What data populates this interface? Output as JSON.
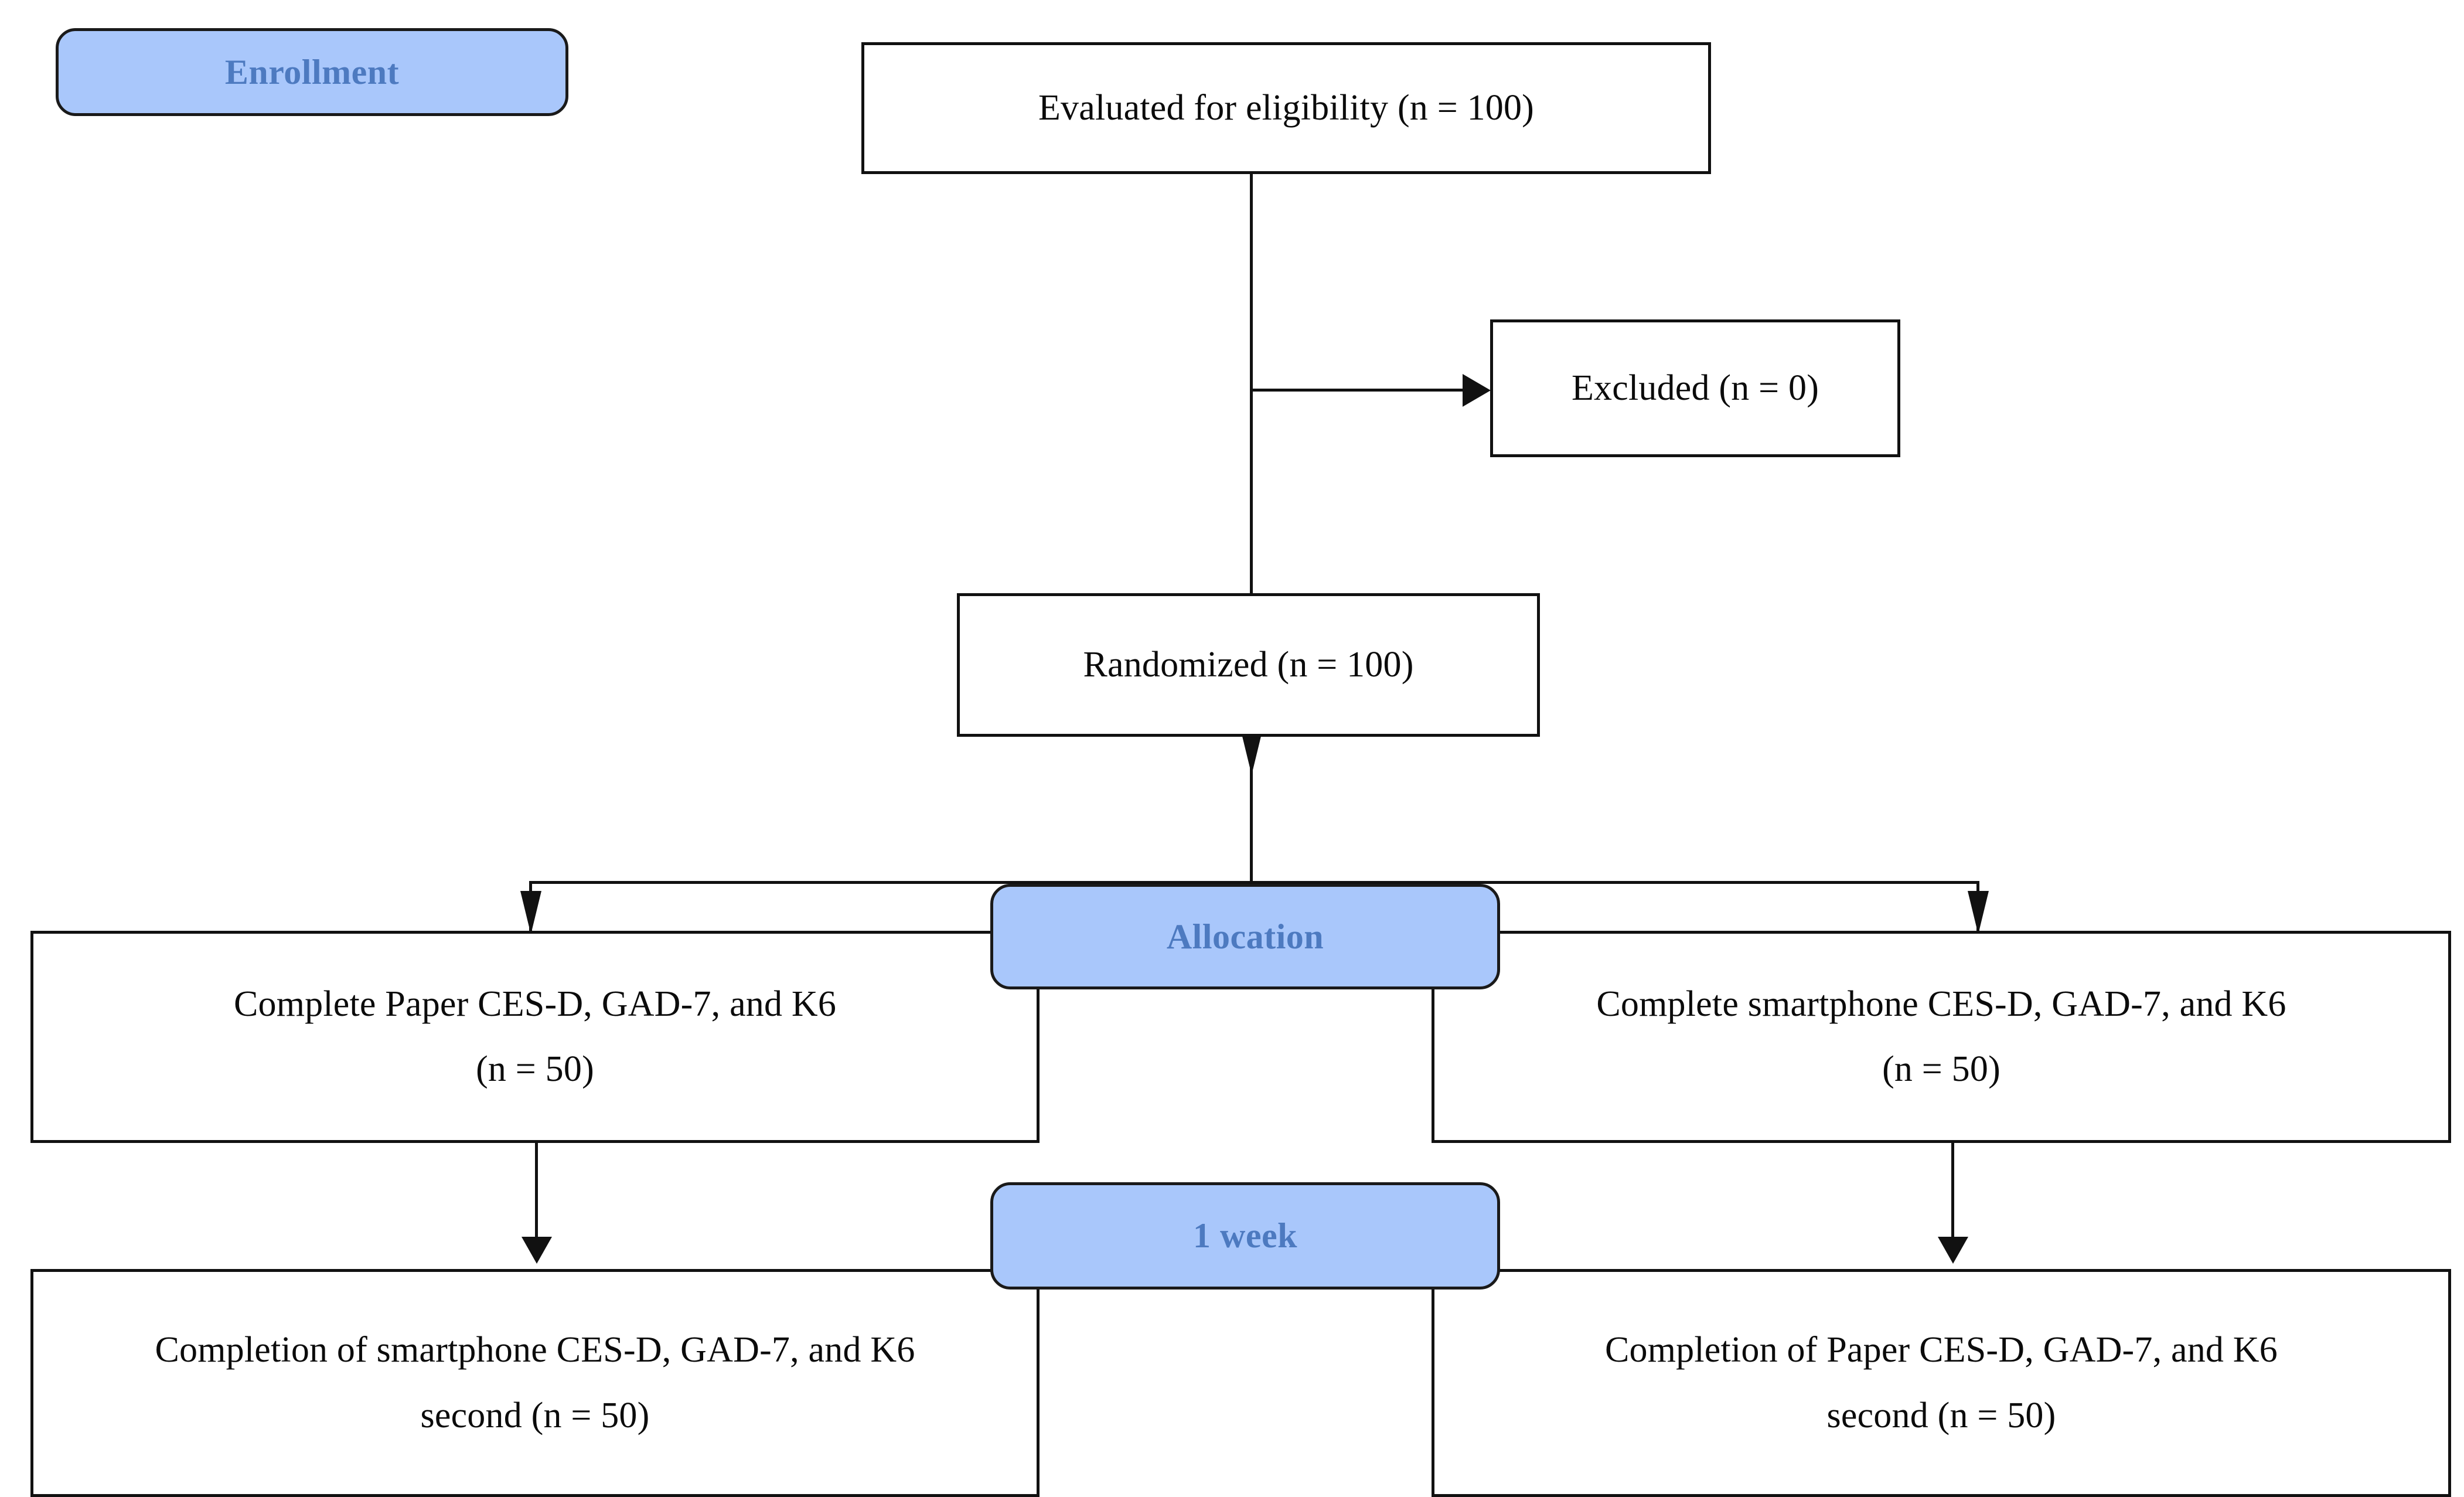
{
  "figure": {
    "type": "consort-flow-diagram",
    "palette": {
      "badge_fill": "#a9c7fb",
      "badge_text": "#4d7ac0",
      "badge_border": "#1a1a1a",
      "box_border": "#111111",
      "box_fill": "#ffffff",
      "connector": "#111111",
      "background": "#ffffff"
    }
  },
  "stages": {
    "enrollment": "Enrollment",
    "allocation": "Allocation",
    "one_week": "1 week"
  },
  "nodes": {
    "eligibility": {
      "line1": "Evaluated for eligibility (n = 100)"
    },
    "excluded": {
      "line1": "Excluded (n = 0)"
    },
    "randomized": {
      "line1": "Randomized (n = 100)"
    },
    "alloc_left": {
      "line1": "Complete Paper CES-D, GAD-7, and K6",
      "line2": "(n = 50)"
    },
    "alloc_right": {
      "line1": "Complete smartphone CES-D, GAD-7, and K6",
      "line2": "(n = 50)"
    },
    "followup_left": {
      "line1": "Completion of smartphone CES-D, GAD-7, and K6",
      "line2": "second (n = 50)"
    },
    "followup_right": {
      "line1": "Completion of Paper CES-D, GAD-7, and K6",
      "line2": "second (n = 50)"
    }
  }
}
